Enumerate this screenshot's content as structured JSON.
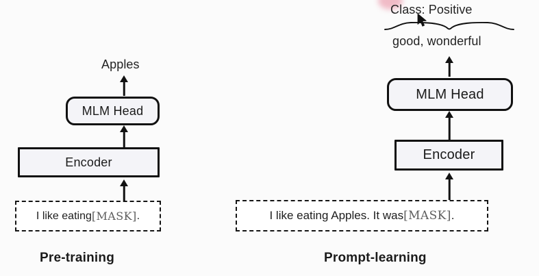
{
  "figure": {
    "background_color": "#fbfbfb",
    "box_fill_color": "#f4f4f8",
    "stroke_color": "#111111",
    "mask_token_color": "#5d5d5d",
    "smudge_color": "#e8879c"
  },
  "panels": {
    "left": {
      "title": "Pre-training",
      "output_label": "Apples",
      "head_box": "MLM Head",
      "encoder_box": "Encoder",
      "input_prefix": "I like eating ",
      "input_mask": "[MASK]",
      "input_suffix": "."
    },
    "right": {
      "title": "Prompt-learning",
      "class_label": "Class: Positive",
      "verbalizer_label": "good, wonderful",
      "head_box": "MLM Head",
      "encoder_box": "Encoder",
      "input_prefix": "I like eating Apples. It was ",
      "input_mask": "[MASK]",
      "input_suffix": "."
    }
  },
  "icons": {
    "cursor": "mouse-pointer-icon",
    "brace": "underbrace-icon",
    "arrow_up": "arrow-up-icon"
  }
}
